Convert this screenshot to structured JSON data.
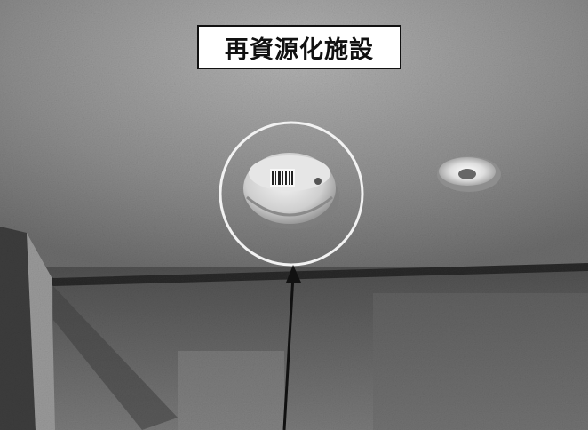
{
  "caption": {
    "text": "再資源化施設"
  },
  "colors": {
    "ceiling": "#8a8a8a",
    "wall": "#5e5e5e",
    "highlight_circle": "#f2f2f2",
    "arrow": "#111111",
    "caption_border": "#111111"
  },
  "scene_objects": {
    "main_fixture": "smoke-detector",
    "secondary_fixture": "ceiling-light",
    "annotation": "circle-with-arrow"
  }
}
